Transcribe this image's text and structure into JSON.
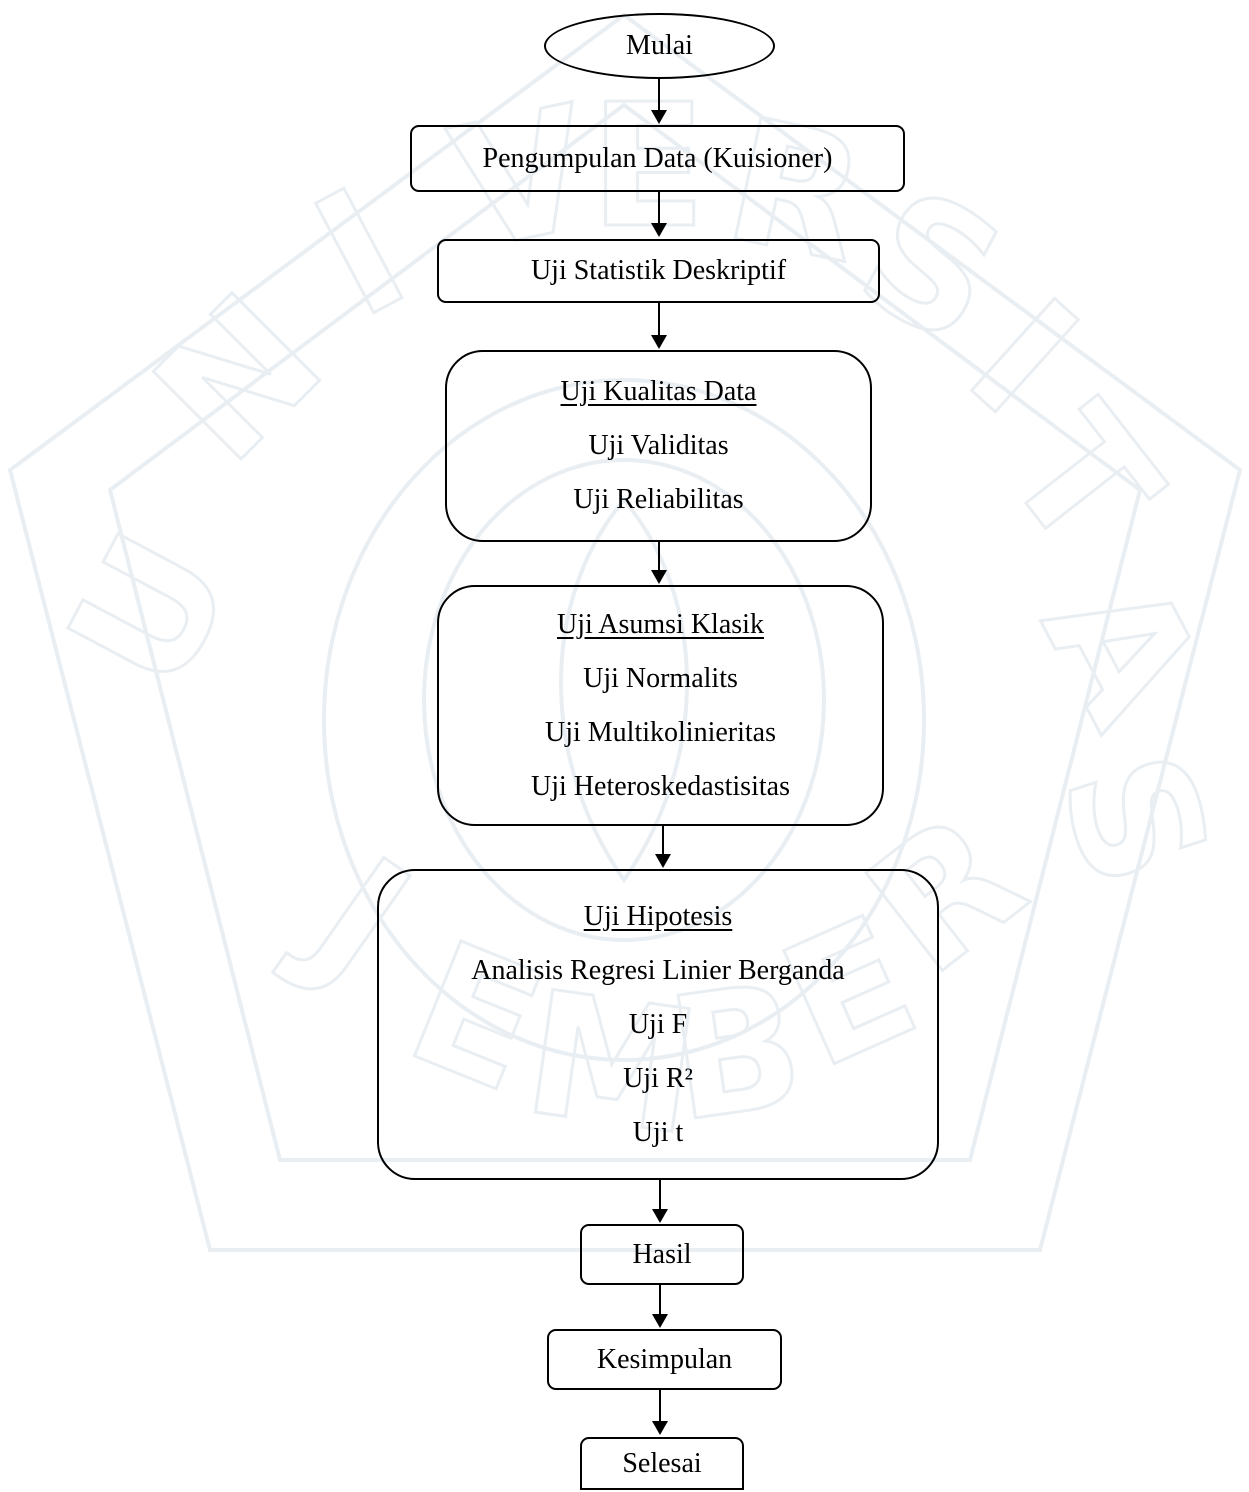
{
  "watermark": {
    "letters": [
      "U",
      "N",
      "I",
      "V",
      "E",
      "R",
      "S",
      "I",
      "T",
      "A",
      "S",
      "J",
      "E",
      "M",
      "B",
      "E",
      "R"
    ]
  },
  "flow": {
    "start": "Mulai",
    "collect": "Pengumpulan Data (Kuisioner)",
    "descriptive": "Uji Statistik Deskriptif",
    "quality": {
      "title": "Uji Kualitas Data",
      "items": [
        "Uji Validitas",
        "Uji Reliabilitas"
      ]
    },
    "assumption": {
      "title": "Uji Asumsi Klasik",
      "items": [
        "Uji Normalits",
        "Uji Multikolinieritas",
        "Uji Heteroskedastisitas"
      ]
    },
    "hypothesis": {
      "title": "Uji Hipotesis",
      "items": [
        "Analisis Regresi Linier Berganda",
        "Uji F",
        "Uji R²",
        "Uji t"
      ]
    },
    "result": "Hasil",
    "conclusion": "Kesimpulan",
    "end": "Selesai"
  },
  "colors": {
    "stroke": "#000000",
    "watermark": "#e9eef3",
    "background": "#ffffff"
  }
}
